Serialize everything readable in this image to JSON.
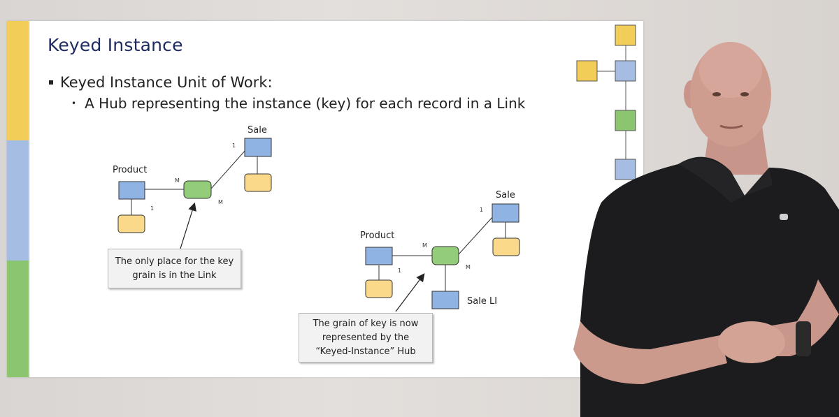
{
  "slide": {
    "title": "Keyed Instance",
    "bullet_1": "Keyed Instance Unit of Work:",
    "bullet_2": "A Hub representing the instance (key) for each record in a Link"
  },
  "diagram_1": {
    "product_label": "Product",
    "sale_label": "Sale",
    "card_m_left": "M",
    "card_1_product": "1",
    "card_1_sale": "1",
    "card_m_right": "M",
    "callout_line_1": "The only place for the key",
    "callout_line_2": "grain is in the Link"
  },
  "diagram_2": {
    "product_label": "Product",
    "sale_label": "Sale",
    "sale_li_label": "Sale LI",
    "card_m_left": "M",
    "card_1_product": "1",
    "card_1_sale": "1",
    "card_m_right": "M",
    "callout_line_1": "The grain of key is now",
    "callout_line_2": "represented by the",
    "callout_line_3": "“Keyed-Instance” Hub"
  },
  "colors": {
    "hub": "#8fb4e3",
    "satellite": "#fbd98a",
    "link": "#93cd7a",
    "title": "#1f2c63"
  }
}
